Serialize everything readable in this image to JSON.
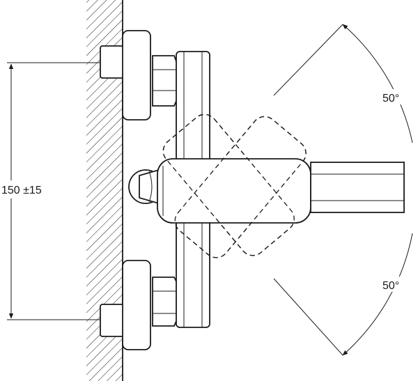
{
  "dimensions": {
    "spacing": "150 ±15",
    "angle_upper": "50°",
    "angle_lower": "50°"
  }
}
